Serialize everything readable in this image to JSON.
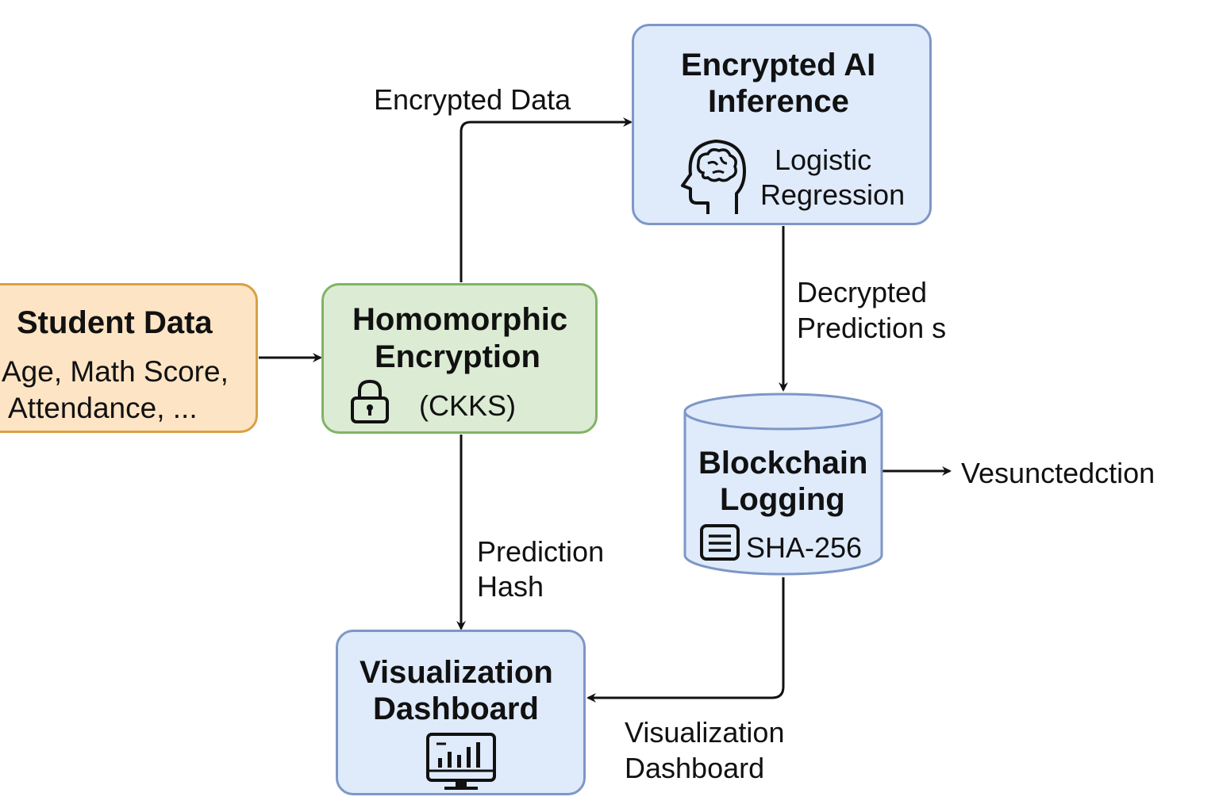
{
  "nodes": {
    "student_data": {
      "title": "Student Data",
      "line1": "Age, Math Score,",
      "line2": "Attendance, ..."
    },
    "homomorphic": {
      "title_line1": "Homomorphic",
      "title_line2": "Encryption",
      "sub": "(CKKS)",
      "icon": "lock-icon"
    },
    "inference": {
      "title_line1": "Encrypted AI",
      "title_line2": "Inference",
      "sub_line1": "Logistic",
      "sub_line2": "Regression",
      "icon": "brain-head-icon"
    },
    "blockchain": {
      "title_line1": "Blockchain",
      "title_line2": "Logging",
      "sub": "SHA-256",
      "icon": "ledger-icon"
    },
    "dashboard": {
      "title_line1": "Visualization",
      "title_line2": "Dashboard",
      "icon": "bar-chart-monitor-icon"
    }
  },
  "edges": {
    "encrypted_data": "Encrypted Data",
    "decrypted_line1": "Decrypted",
    "decrypted_line2": "Prediction s",
    "prediction_line1": "Prediction",
    "prediction_line2": "Hash",
    "verification": "Vesunctedction",
    "dashboard_line1": "Visualization",
    "dashboard_line2": "Dashboard"
  },
  "colors": {
    "orange_fill": "#fde4c4",
    "orange_border": "#d9a043",
    "green_fill": "#dcebd4",
    "green_border": "#81b366",
    "blue_fill": "#dfeafb",
    "blue_border": "#7d97c6"
  }
}
